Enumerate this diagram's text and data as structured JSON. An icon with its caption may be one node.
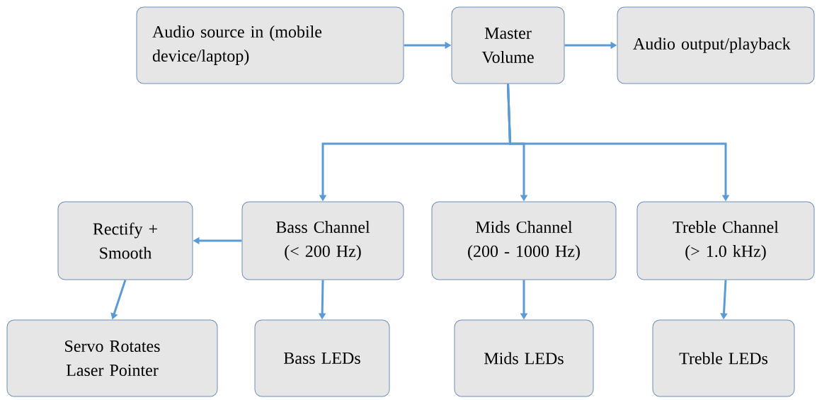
{
  "diagram": {
    "nodes": [
      {
        "text": [
          "Audio source in (mobile device/laptop)"
        ]
      },
      {
        "text": [
          "Master Volume"
        ]
      },
      {
        "text": [
          "Audio output/playback"
        ]
      },
      {
        "text": [
          "Rectify + Smooth"
        ]
      },
      {
        "text": [
          "Bass Channel (< 200 Hz)"
        ]
      },
      {
        "text": [
          "Mids Channel (200 - 1000 Hz)"
        ]
      },
      {
        "text": [
          "Treble Channel (> 1.0 kHz)"
        ]
      },
      {
        "text": [
          "Servo Rotates Laser Pointer"
        ]
      },
      {
        "text": [
          "Bass LEDs"
        ]
      },
      {
        "text": [
          "Mids LEDs"
        ]
      },
      {
        "text": [
          "Treble LEDs"
        ]
      }
    ],
    "edges": [
      {
        "from": 0,
        "to": 1,
        "arrow": "to"
      },
      {
        "from": 1,
        "to": 2,
        "arrow": "to"
      },
      {
        "from": 1,
        "to": 4,
        "arrow": "to"
      },
      {
        "from": 1,
        "to": 5,
        "arrow": "to"
      },
      {
        "from": 1,
        "to": 6,
        "arrow": "to"
      },
      {
        "from": 4,
        "to": 3,
        "arrow": "to"
      },
      {
        "from": 3,
        "to": 7,
        "arrow": "to"
      },
      {
        "from": 4,
        "to": 8,
        "arrow": "to"
      },
      {
        "from": 5,
        "to": 9,
        "arrow": "to"
      },
      {
        "from": 6,
        "to": 10,
        "arrow": "to"
      }
    ]
  }
}
